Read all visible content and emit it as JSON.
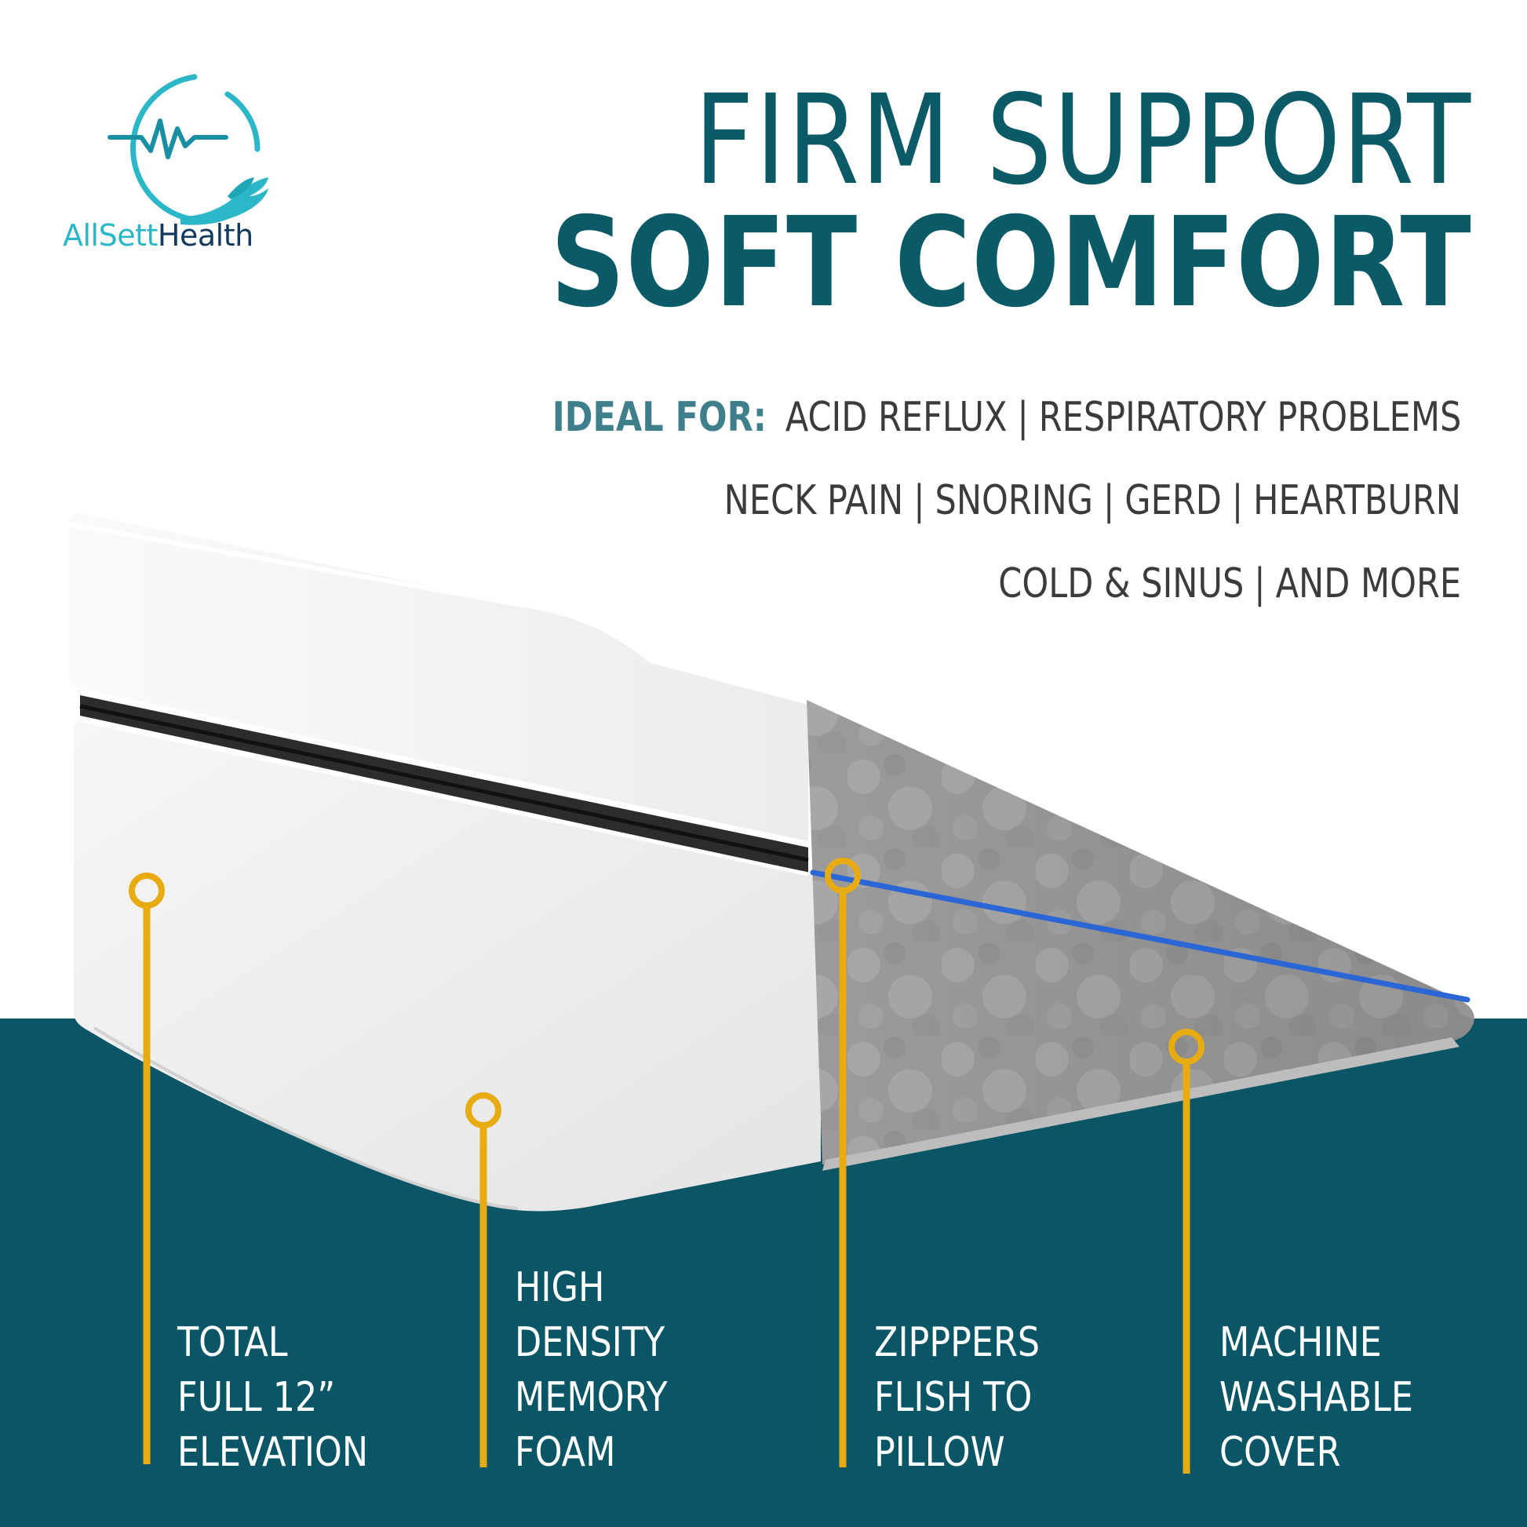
{
  "colors": {
    "teal_dark": "#0a5a68",
    "teal_band": "#0b5666",
    "logo_teal": "#2bb7c8",
    "logo_navy": "#133a5c",
    "accent_yellow": "#e8ac12",
    "ideal_label": "#3f7f8c",
    "body_text": "#3b3b3b",
    "callout_text": "#ffffff",
    "zipper_blue": "#2a66d6"
  },
  "logo": {
    "icon": "heartbeat-hand-icon",
    "brand_part1": "AllSett",
    "brand_part2": "Health"
  },
  "headline": {
    "line1": "FIRM SUPPORT",
    "line2": "SOFT COMFORT"
  },
  "ideal_for": {
    "label": "IDEAL FOR:",
    "separator": "|",
    "line1": [
      "ACID REFLUX",
      "RESPIRATORY PROBLEMS"
    ],
    "line2": [
      "NECK PAIN",
      "SNORING",
      "GERD",
      "HEARTBURN"
    ],
    "line3": [
      "COLD & SINUS",
      "AND MORE"
    ]
  },
  "callouts": [
    {
      "lines": [
        "TOTAL",
        "FULL 12”",
        "ELEVATION"
      ]
    },
    {
      "lines": [
        "HIGH",
        "DENSITY",
        "MEMORY",
        "FOAM"
      ]
    },
    {
      "lines": [
        "ZIPPPERS",
        "FLISH TO",
        "PILLOW"
      ]
    },
    {
      "lines": [
        "MACHINE",
        "WASHABLE",
        "COVER"
      ]
    }
  ]
}
